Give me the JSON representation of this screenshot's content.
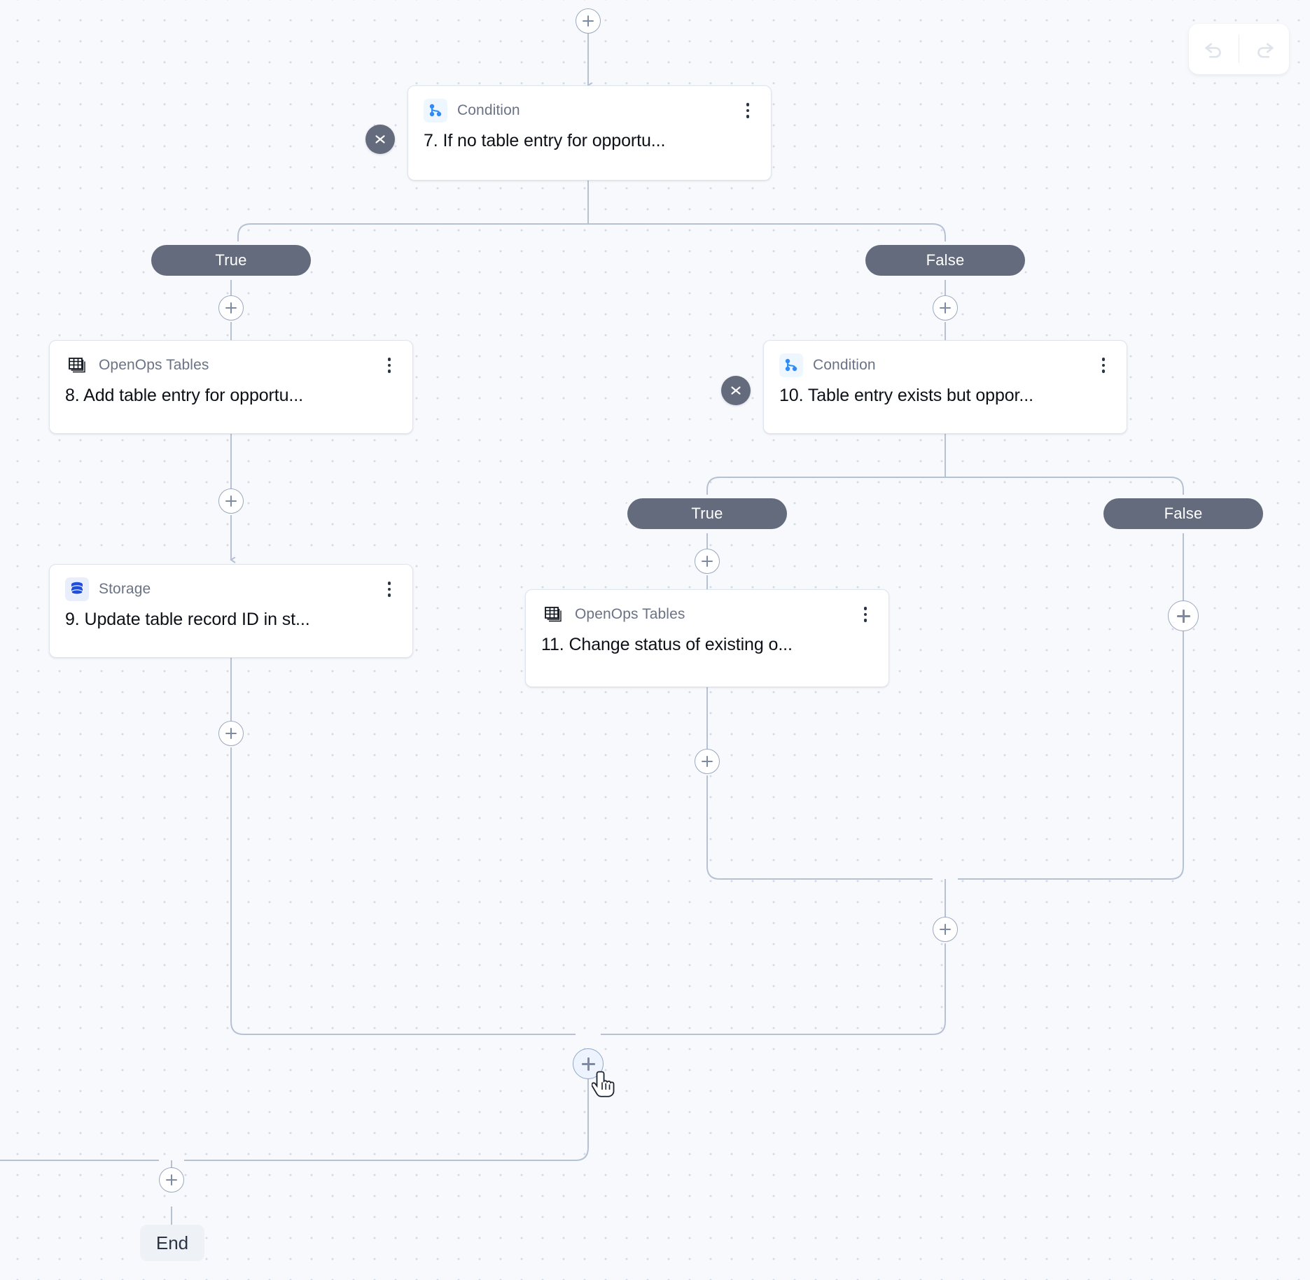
{
  "app": {
    "canvas_name": "workflow-canvas",
    "background_color": "#f7f9fc",
    "accent_color": "#646b7d",
    "node_border_color": "#dfe5ee",
    "edge_color": "#b6c2d4"
  },
  "history": {
    "undo_label": "Undo",
    "redo_label": "Redo",
    "undo_icon": "undo-arrow-icon",
    "redo_icon": "redo-arrow-icon"
  },
  "nodes": [
    {
      "id": "step-7",
      "kind": "Condition",
      "icon": "condition-branch-icon",
      "title": "7. If no table entry for opportu...",
      "menu_icon": "kebab-menu-icon",
      "collapse_icon": "collapse-chevrons-icon"
    },
    {
      "id": "step-8",
      "kind": "OpenOps Tables",
      "icon": "tables-icon",
      "title": "8. Add table entry for opportu...",
      "menu_icon": "kebab-menu-icon"
    },
    {
      "id": "step-9",
      "kind": "Storage",
      "icon": "database-icon",
      "title": "9. Update table record ID in st...",
      "menu_icon": "kebab-menu-icon"
    },
    {
      "id": "step-10",
      "kind": "Condition",
      "icon": "condition-branch-icon",
      "title": "10. Table entry exists but oppor...",
      "menu_icon": "kebab-menu-icon",
      "collapse_icon": "collapse-chevrons-icon"
    },
    {
      "id": "step-11",
      "kind": "OpenOps Tables",
      "icon": "tables-icon",
      "title": "11. Change status of existing o...",
      "menu_icon": "kebab-menu-icon"
    }
  ],
  "branches": {
    "cond7_true": "True",
    "cond7_false": "False",
    "cond10_true": "True",
    "cond10_false": "False"
  },
  "terminal": {
    "end_label": "End"
  },
  "add_buttons": {
    "label": "+",
    "icon": "plus-icon",
    "count": 11
  }
}
